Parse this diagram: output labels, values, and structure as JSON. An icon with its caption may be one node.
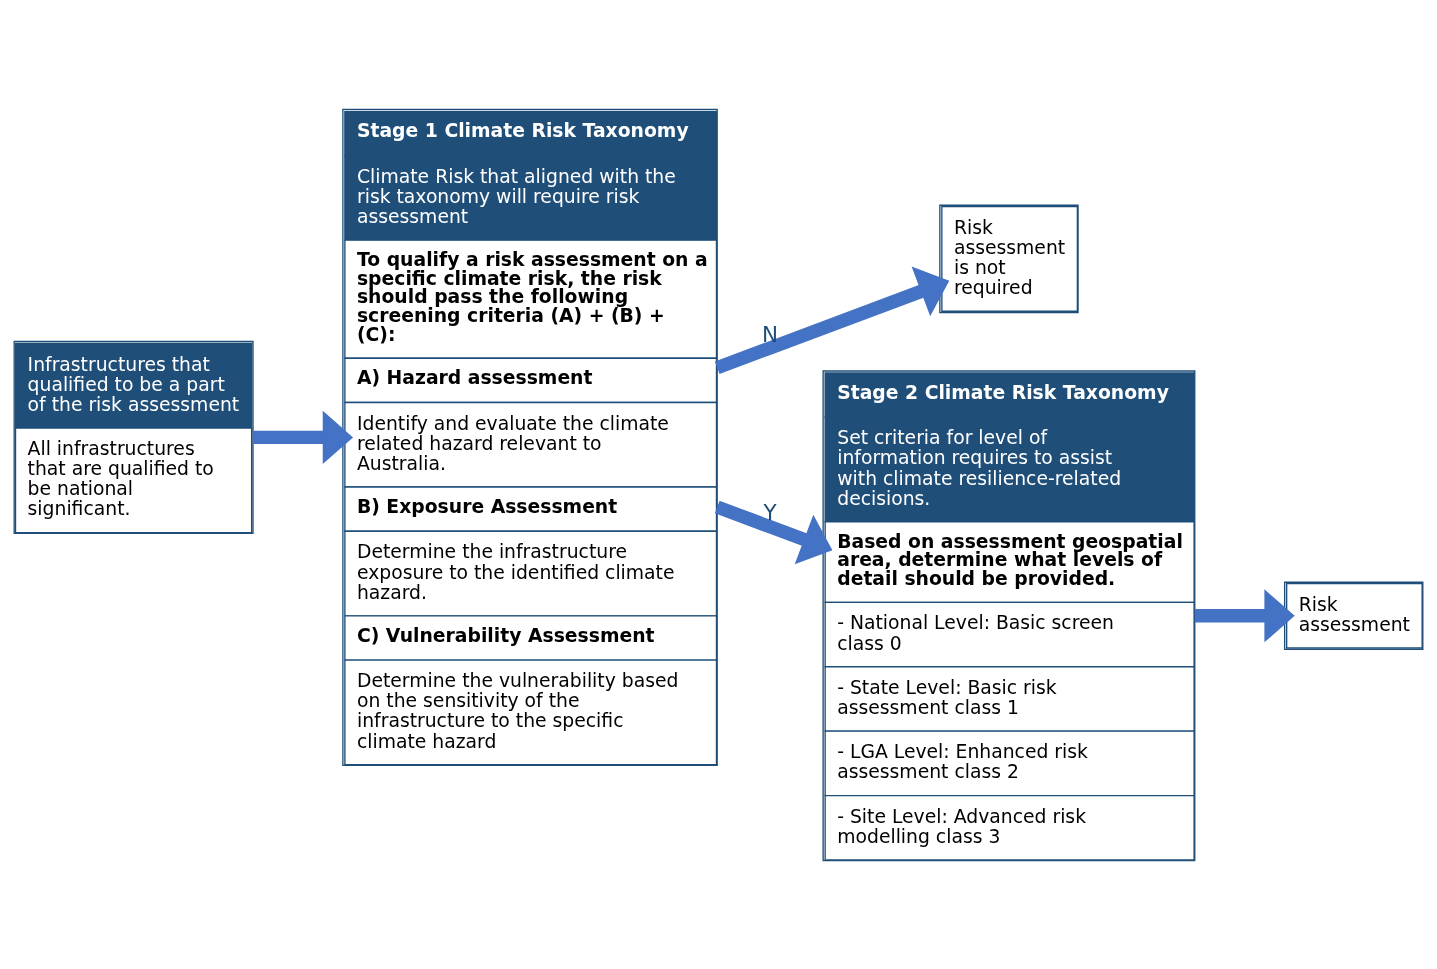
{
  "diagram": {
    "nodes": [
      {
        "text": [
          "Infrastructures that qualified to be a part of the risk assessment",
          "All infrastructures that are qualified to be national significant."
        ]
      },
      {
        "text": [
          "Stage 1 Climate Risk Taxonomy",
          "Climate Risk that aligned with the risk taxonomy will require risk assessment",
          "To qualify a risk assessment on a specific climate risk, the risk should pass the following screening criteria (A) + (B) + (C):",
          "A) Hazard assessment",
          "Identify and evaluate the climate related hazard relevant to Australia.",
          "B) Exposure Assessment",
          "Determine the infrastructure exposure to the identified climate hazard.",
          "C) Vulnerability Assessment",
          "Determine the vulnerability based on the sensitivity of the infrastructure to the specific climate hazard"
        ]
      },
      {
        "text": [
          "Risk assessment is not required"
        ]
      },
      {
        "text": [
          "Stage 2 Climate Risk Taxonomy",
          "Set criteria for level of information requires to assist with climate resilience-related decisions.",
          "Based on assessment geospatial area, determine what levels of detail should be provided.",
          "- National Level: Basic screen class 0",
          "- State Level: Basic risk assessment class 1",
          "- LGA Level: Enhanced risk assessment class 2",
          "- Site Level: Advanced risk modelling class 3"
        ]
      },
      {
        "text": [
          "Risk assessment"
        ]
      }
    ],
    "edges": [
      {
        "from": 0,
        "to": 1,
        "arrow": "to"
      },
      {
        "from": 1,
        "to": 3,
        "arrow": "to",
        "label": "Y"
      },
      {
        "from": 1,
        "to": 2,
        "arrow": "to",
        "label": "N"
      },
      {
        "from": 3,
        "to": 4,
        "arrow": "to"
      }
    ]
  }
}
